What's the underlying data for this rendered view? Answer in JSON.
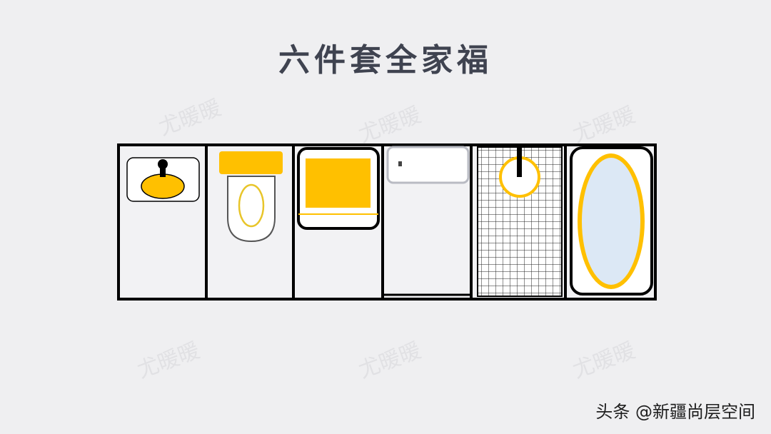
{
  "title": "六件套全家福",
  "watermark": "尤暖暖",
  "credit": "头条 @新疆尚层空间",
  "colors": {
    "background": "#efeff1",
    "fixture_fill": "#ffc000",
    "outline": "#000000",
    "panel": "#f2f2f4",
    "tub_water": "#dce8f5"
  },
  "fixtures": [
    {
      "name": "wash-basin",
      "icon": "basin-icon"
    },
    {
      "name": "toilet",
      "icon": "toilet-icon"
    },
    {
      "name": "shower-tray",
      "icon": "shower-tray-icon"
    },
    {
      "name": "bathroom-cabinet",
      "icon": "cabinet-icon"
    },
    {
      "name": "shower-floor-drain",
      "icon": "shower-drain-icon"
    },
    {
      "name": "bathtub",
      "icon": "bathtub-icon"
    }
  ]
}
